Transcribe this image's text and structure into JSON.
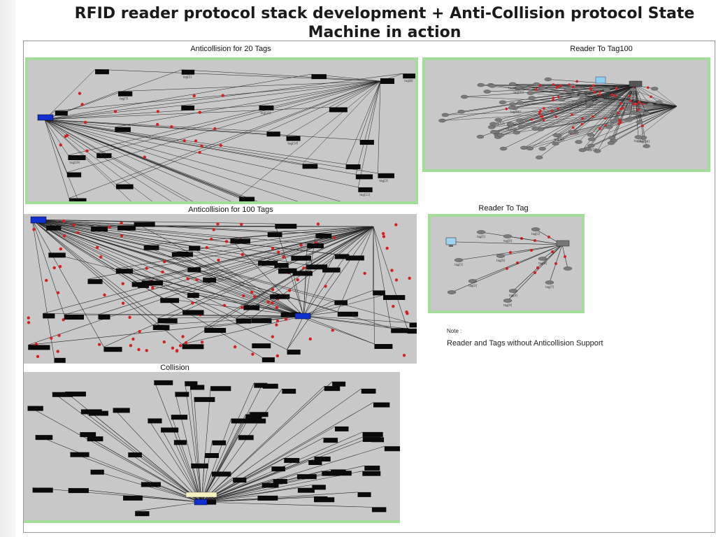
{
  "slide": {
    "title": "RFID reader protocol stack development + Anti-Collision protocol State Machine in action"
  },
  "panels": {
    "anti20": {
      "label": "Anticollision for 20 Tags",
      "tags": [
        "tag[10]",
        "tag[1]",
        "tag[14]",
        "tag[11]",
        "tag[15]",
        "tag[7]",
        "tag[8]",
        "tag[2]",
        "tag[19]",
        "tag[3]"
      ]
    },
    "tag100": {
      "label": "Reader To Tag100",
      "tags": [
        "tag[25]",
        "tag[44]",
        "tag[51]",
        "tag[7]",
        "tag[16]",
        "tag[80]",
        "tag[41]",
        "tag[29]",
        "tag[62]",
        "tag[59]",
        "tag[70]",
        "tag[82]",
        "tag[66]",
        "tag[57]"
      ]
    },
    "anti100": {
      "label": "Anticollision for 100 Tags"
    },
    "readerToTag": {
      "label": "Reader To Tag",
      "tags": [
        "tag[5]",
        "tag[0]",
        "tag[3]",
        "tag[1]",
        "tag[6]",
        "tag[8]",
        "tag[2]",
        "tag[4]",
        "tag[7]",
        "tag[9]"
      ]
    },
    "collision": {
      "label": "Collision"
    }
  },
  "note": {
    "label": "Note :",
    "text": "Reader and Tags without Anticollision Support"
  }
}
